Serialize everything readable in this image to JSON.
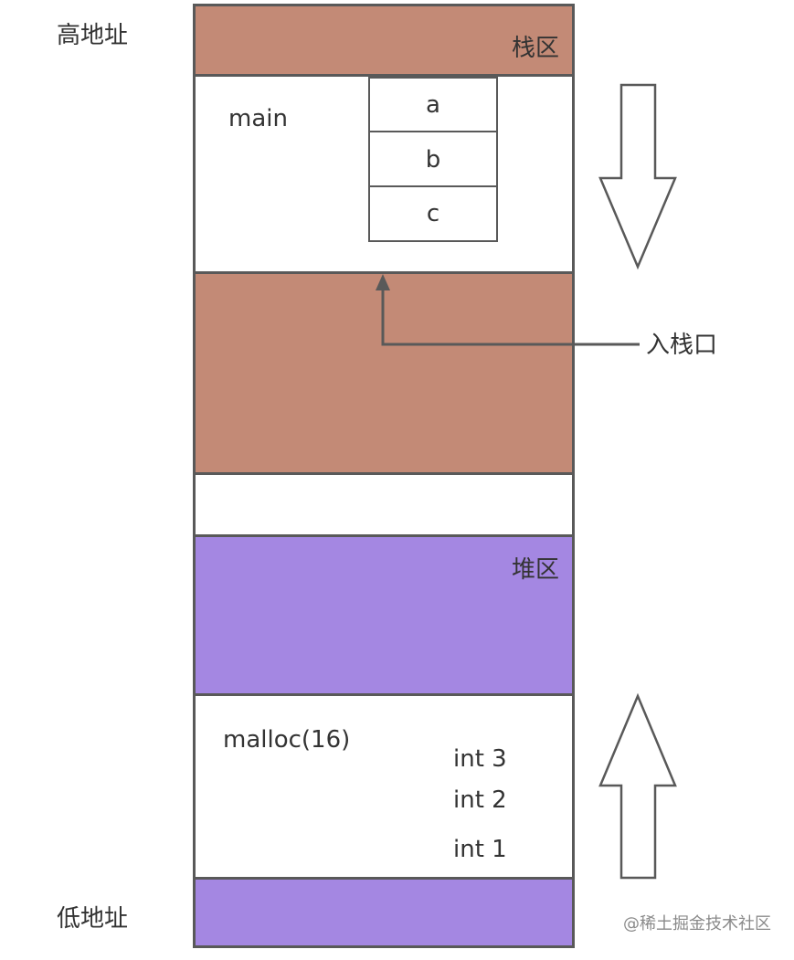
{
  "labels": {
    "high_address": "高地址",
    "low_address": "低地址",
    "stack_region": "栈区",
    "heap_region": "堆区",
    "push_entry": "入栈口"
  },
  "stack_frame": {
    "function": "main",
    "variables": [
      "a",
      "b",
      "c"
    ]
  },
  "heap_allocation": {
    "call": "malloc(16)",
    "items": [
      "int 3",
      "int 2",
      "int 1"
    ]
  },
  "watermark": "@稀土掘金技术社区",
  "colors": {
    "stack": "#c38a76",
    "heap": "#a487e2",
    "border": "#595959"
  }
}
